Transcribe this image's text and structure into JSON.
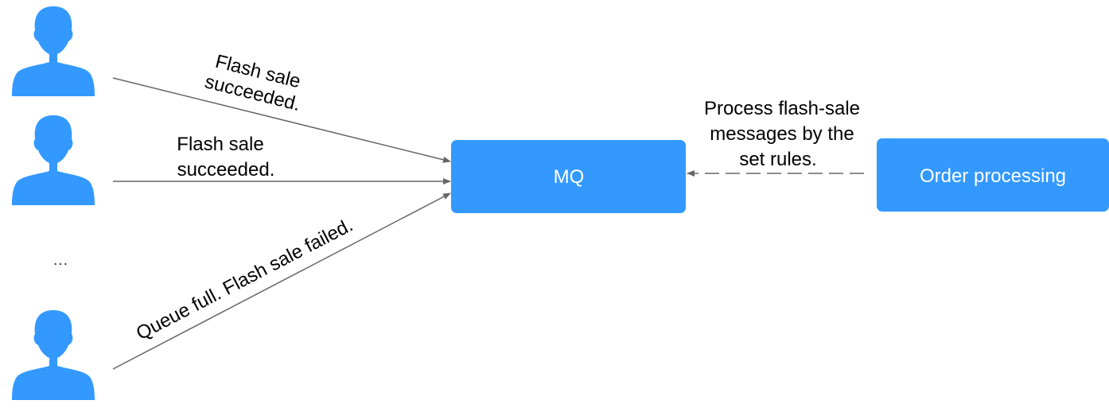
{
  "colors": {
    "user_icon": "#3399ff",
    "node_fill": "#3399ff",
    "node_text": "#ffffff",
    "arrow": "#666666",
    "label_text": "#000000"
  },
  "users": {
    "icon": "user-icon",
    "ellipsis": "…"
  },
  "nodes": {
    "mq": {
      "label": "MQ"
    },
    "order_processing": {
      "label": "Order processing"
    }
  },
  "edges": {
    "user1": {
      "line1": "Flash sale",
      "line2": "succeeded."
    },
    "user2": {
      "line1": "Flash sale",
      "line2": "succeeded."
    },
    "user3": {
      "label": "Queue full. Flash sale failed."
    },
    "order": {
      "line1": "Process flash-sale",
      "line2": "messages by the",
      "line3": "set rules."
    }
  }
}
